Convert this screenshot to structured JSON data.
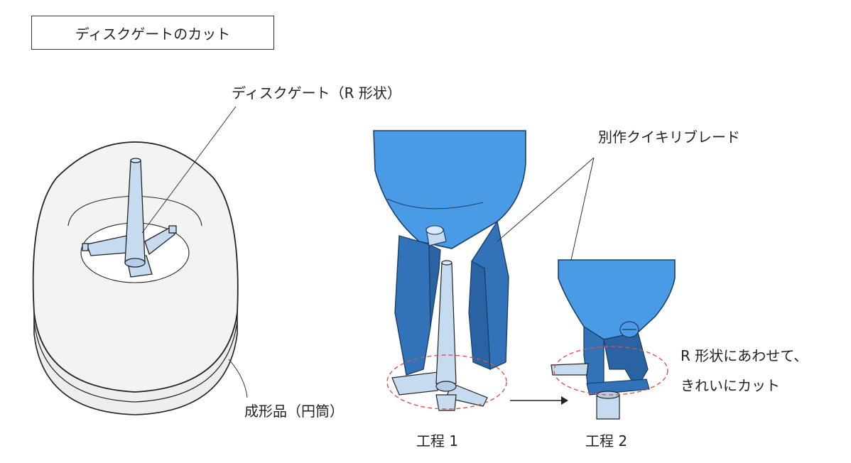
{
  "title": "ディスクゲートのカット",
  "labels": {
    "disk_gate": "ディスクゲート（R 形状）",
    "molded_part": "成形品（円筒）",
    "blade": "別作クイキリブレード",
    "step1": "工程 1",
    "step2": "工程 2",
    "note_line1": "R 形状にあわせて、",
    "note_line2": "きれいにカット"
  },
  "colors": {
    "blade_light": "#4a9be6",
    "blade_dark": "#3272b8",
    "gate": "#c7dbf0",
    "part": "#f1f3f1",
    "cut_circle": "#d9534f"
  }
}
